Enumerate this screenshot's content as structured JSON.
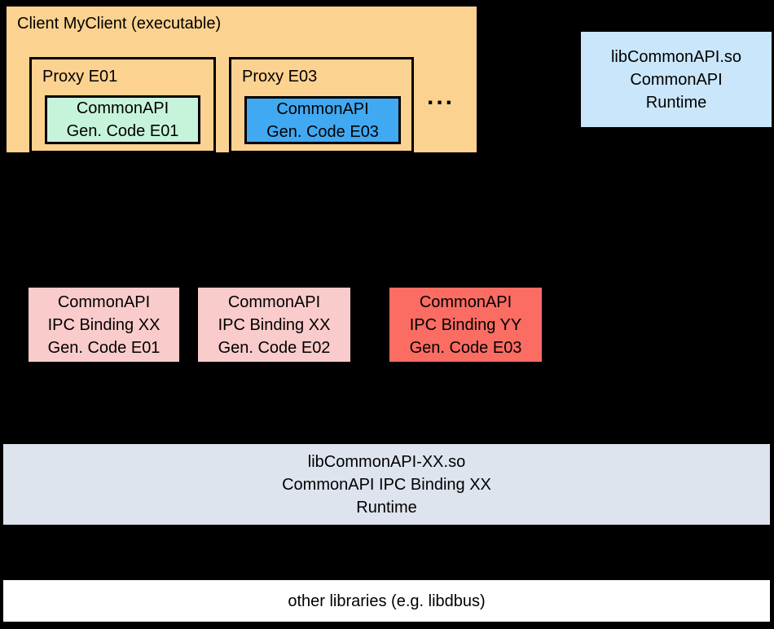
{
  "colors": {
    "background": "#000000",
    "client_box": "#FCD290",
    "proxy_box": "#FCD290",
    "gen_code_e01": "#C6F4DA",
    "gen_code_e03": "#41A9F2",
    "runtime_box": "#C9E6FA",
    "binding_xx": "#FACBCB",
    "binding_yy": "#FB6C63",
    "ipc_runtime_box": "#DEE4EE",
    "other_libs_box": "#FFFFFF"
  },
  "client": {
    "title": "Client MyClient (executable)",
    "ellipsis": "...",
    "proxies": [
      {
        "title": "Proxy E01",
        "gen_code": {
          "lines": [
            "CommonAPI",
            "Gen. Code E01"
          ]
        }
      },
      {
        "title": "Proxy E03",
        "gen_code": {
          "lines": [
            "CommonAPI",
            "Gen. Code E03"
          ]
        }
      }
    ]
  },
  "common_api_runtime": {
    "lines": [
      "libCommonAPI.so",
      "CommonAPI",
      "Runtime"
    ]
  },
  "bindings": [
    {
      "lines": [
        "CommonAPI",
        "IPC Binding XX",
        "Gen. Code E01"
      ]
    },
    {
      "lines": [
        "CommonAPI",
        "IPC Binding XX",
        "Gen. Code E02"
      ]
    },
    {
      "lines": [
        "CommonAPI",
        "IPC Binding YY",
        "Gen. Code E03"
      ]
    }
  ],
  "ipc_runtime": {
    "lines": [
      "libCommonAPI-XX.so",
      "CommonAPI IPC Binding XX",
      "Runtime"
    ]
  },
  "other_libraries": {
    "label": "other libraries (e.g. libdbus)"
  }
}
